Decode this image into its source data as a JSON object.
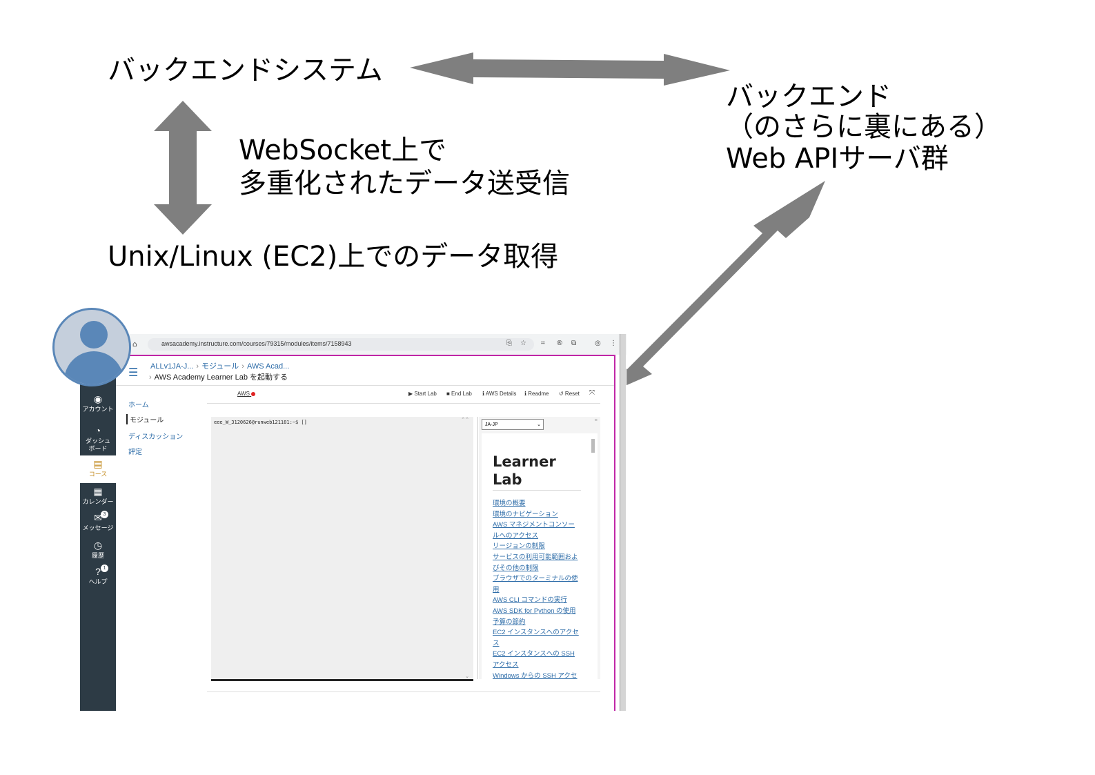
{
  "diagram": {
    "backend_system": "バックエンドシステム",
    "websocket_line1": "WebSocket上で",
    "websocket_line2": "多重化されたデータ送受信",
    "unix_linux": "Unix/Linux (EC2)上でのデータ取得",
    "backend_api_line1": "バックエンド",
    "backend_api_line2": "（のさらに裏にある）",
    "backend_api_line3": "Web APIサーバ群",
    "arrow_color": "#7f7f7f"
  },
  "browser": {
    "url": "awsacademy.instructure.com/courses/79315/modules/items/7158943",
    "nav_back": "←",
    "nav_forward": "→",
    "nav_reload": "↻",
    "home": "⌂"
  },
  "sidebar": {
    "items": [
      {
        "label": "アカウント",
        "icon": "account-icon",
        "glyph": "◉"
      },
      {
        "label": "ダッシュボード",
        "icon": "dashboard-icon",
        "glyph": "◔"
      },
      {
        "label": "コース",
        "icon": "courses-icon",
        "glyph": "▤"
      },
      {
        "label": "カレンダー",
        "icon": "calendar-icon",
        "glyph": "▦"
      },
      {
        "label": "メッセージ",
        "icon": "inbox-icon",
        "glyph": "✉",
        "badge": "3"
      },
      {
        "label": "履歴",
        "icon": "history-icon",
        "glyph": "◷"
      },
      {
        "label": "ヘルプ",
        "icon": "help-icon",
        "glyph": "?",
        "badge": "1"
      }
    ]
  },
  "breadcrumb": {
    "course": "ALLv1JA-J...",
    "modules": "モジュール",
    "item": "AWS Acad...",
    "page_title": "AWS Academy Learner Lab を起動する"
  },
  "course_nav": [
    "ホーム",
    "モジュール",
    "ディスカッション",
    "評定"
  ],
  "lab_toolbar": {
    "aws": "AWS",
    "status_color": "#e02424",
    "start": "▶ Start Lab",
    "end": "■ End Lab",
    "details": "ℹ AWS Details",
    "readme": "ℹ Readme",
    "reset": "↺ Reset"
  },
  "terminal": {
    "prompt": "eee_W_3120626@runweb121181:~$ []"
  },
  "readme": {
    "language": "JA-JP",
    "title_line1": "Learner",
    "title_line2": "Lab",
    "links": [
      "環境の概要",
      "環境のナビゲーション",
      "AWS マネジメントコンソー",
      "ルへのアクセス",
      "リージョンの制限",
      "サービスの利用可能範囲およ",
      "びその他の制限",
      "ブラウザでのターミナルの使",
      "用",
      "AWS CLI コマンドの実行",
      "AWS SDK for Python の使用",
      "予算の節約",
      "EC2 インスタンスへのアクセ",
      "ス",
      "EC2 インスタンスへの SSH",
      "アクセス",
      "Windows からの SSH アクセ"
    ]
  }
}
